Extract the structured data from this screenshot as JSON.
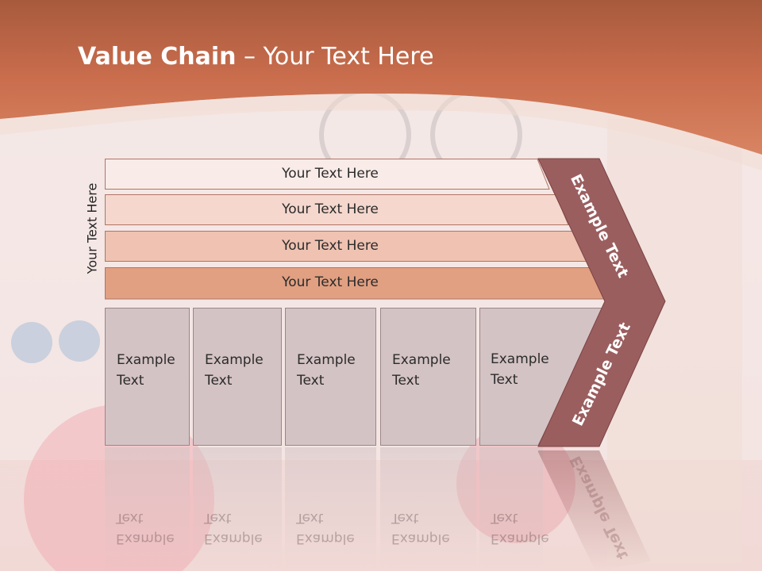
{
  "slide": {
    "title_bold": "Value Chain",
    "title_rest": " – Your Text Here",
    "side_label": "Your Text Here"
  },
  "bars": [
    {
      "label": "Your Text Here",
      "color": "#f9ebe7"
    },
    {
      "label": "Your Text Here",
      "color": "#f5d7cd"
    },
    {
      "label": "Your Text Here",
      "color": "#efc2b1"
    },
    {
      "label": "Your Text Here",
      "color": "#e1a082"
    }
  ],
  "boxes": [
    {
      "label": "Example Text"
    },
    {
      "label": "Example Text"
    },
    {
      "label": "Example Text"
    },
    {
      "label": "Example Text"
    },
    {
      "label": "Example Text"
    }
  ],
  "chevron": {
    "top_label": "Example Text",
    "bottom_label": "Example Text",
    "color": "#9b5e5f"
  },
  "colors": {
    "header": "#d57a56",
    "header_dark": "#c96a48"
  }
}
